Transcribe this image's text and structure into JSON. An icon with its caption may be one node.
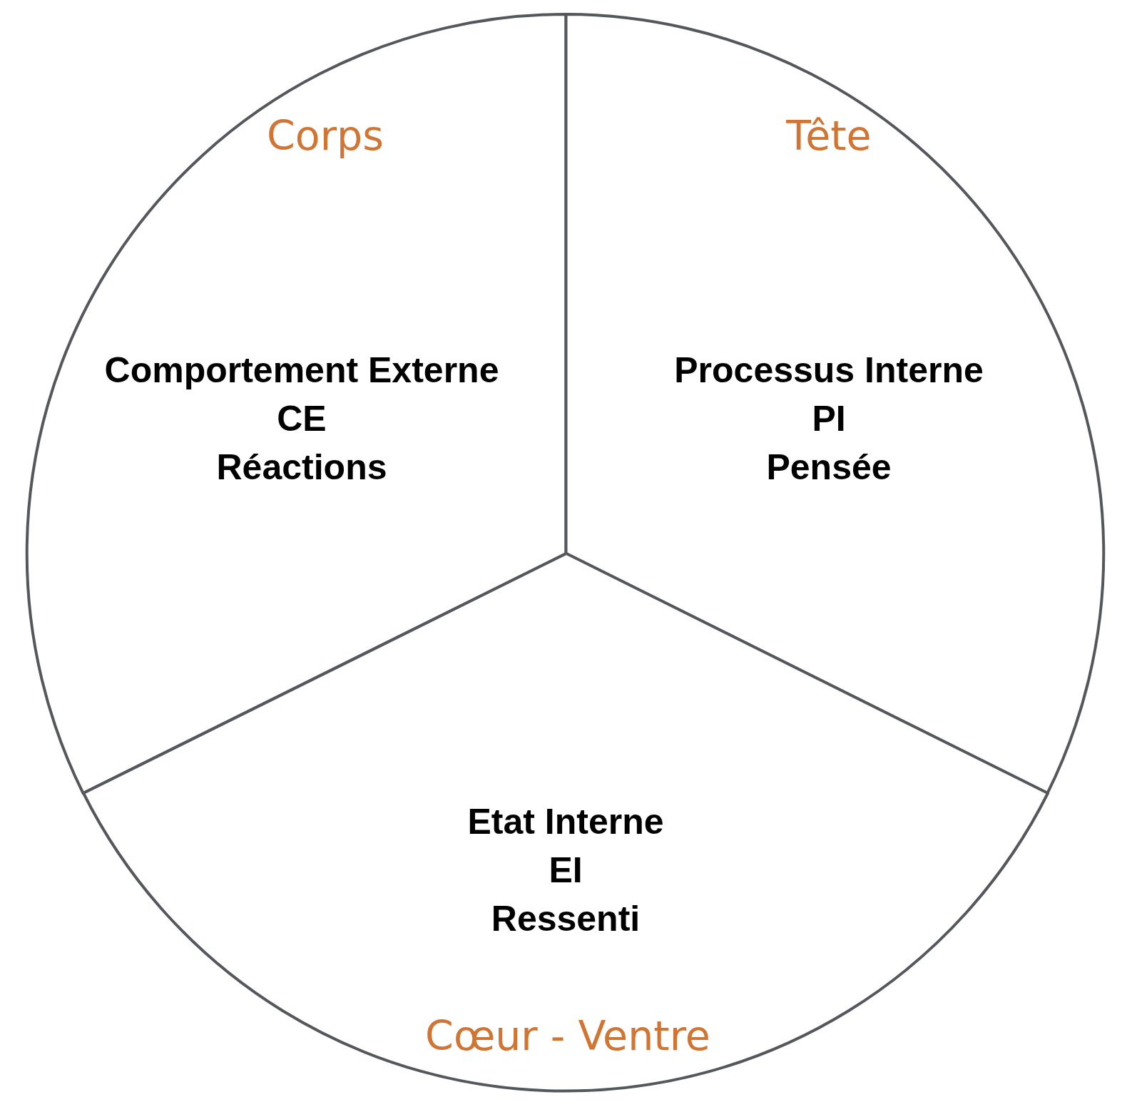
{
  "diagram": {
    "nodes": [
      {
        "text": [
          "Corps",
          "Comportement Externe",
          "CE",
          "Réactions"
        ]
      },
      {
        "text": [
          "Tête",
          "Processus Interne",
          "PI",
          "Pensée"
        ]
      },
      {
        "text": [
          "Etat Interne",
          "EI",
          "Ressenti",
          "Cœur - Ventre"
        ]
      }
    ]
  }
}
